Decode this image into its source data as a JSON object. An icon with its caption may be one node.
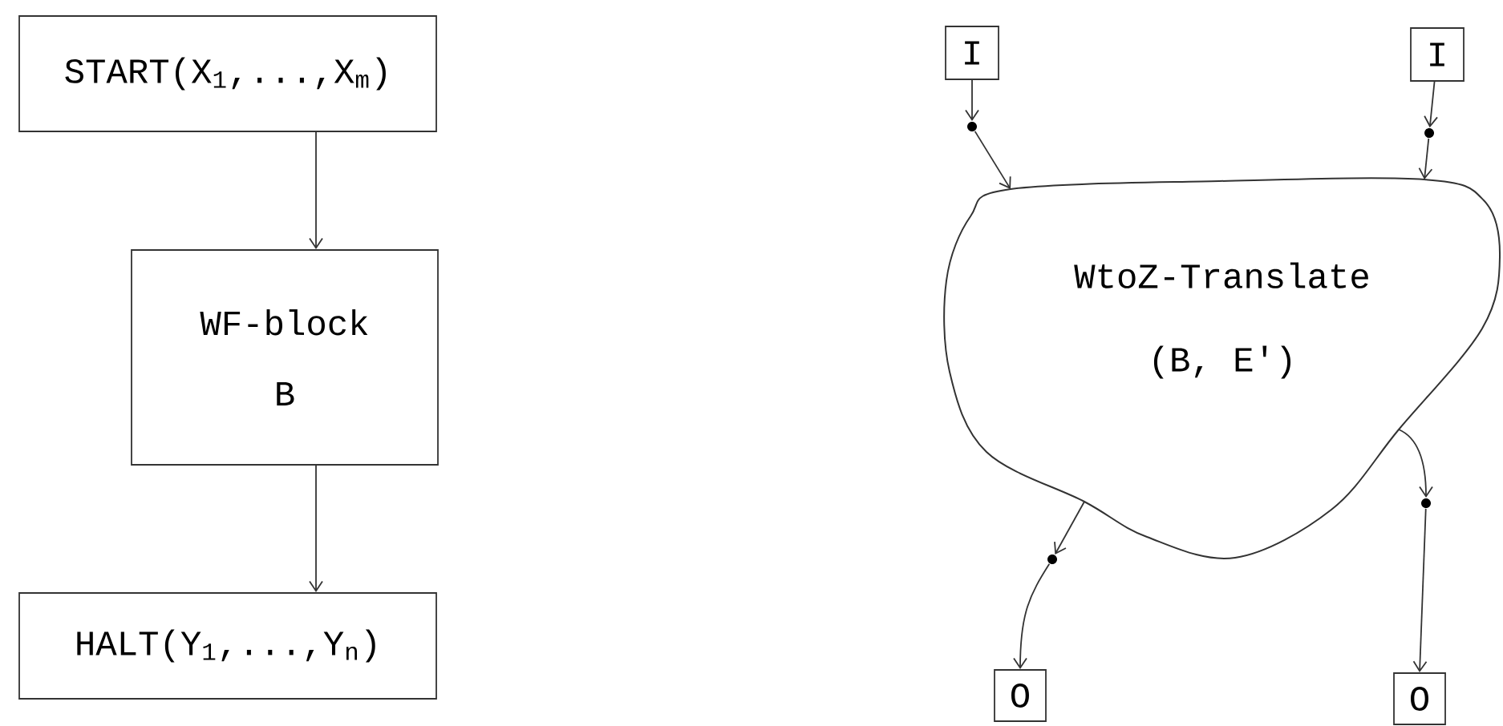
{
  "diagram": {
    "nodes": [
      {
        "text": [
          "START(X$_{1}$,...,X$_{m}$)"
        ]
      },
      {
        "text": [
          "WF-block",
          "B"
        ]
      },
      {
        "text": [
          "HALT(Y$_{1}$,...,Y$_{n}$)"
        ]
      },
      {
        "text": [
          "I"
        ]
      },
      {
        "text": [
          "I"
        ]
      },
      {
        "text": [],
        "shape": "circle"
      },
      {
        "text": [],
        "shape": "circle"
      },
      {
        "text": [
          "WtoZ-Translate",
          "(B, E')"
        ]
      },
      {
        "text": [],
        "shape": "circle"
      },
      {
        "text": [],
        "shape": "circle"
      },
      {
        "text": [
          "O"
        ]
      },
      {
        "text": [
          "O"
        ]
      }
    ],
    "edges": [
      {
        "from": 0,
        "to": 1,
        "arrow": "to"
      },
      {
        "from": 1,
        "to": 2,
        "arrow": "to"
      },
      {
        "from": 3,
        "to": 5,
        "arrow": "to"
      },
      {
        "from": 5,
        "to": 7,
        "arrow": "to"
      },
      {
        "from": 4,
        "to": 6,
        "arrow": "to"
      },
      {
        "from": 6,
        "to": 7,
        "arrow": "to"
      },
      {
        "from": 7,
        "to": 8,
        "arrow": "to"
      },
      {
        "from": 8,
        "to": 10,
        "arrow": "to"
      },
      {
        "from": 7,
        "to": 9,
        "arrow": "to"
      },
      {
        "from": 9,
        "to": 11,
        "arrow": "to"
      }
    ]
  }
}
